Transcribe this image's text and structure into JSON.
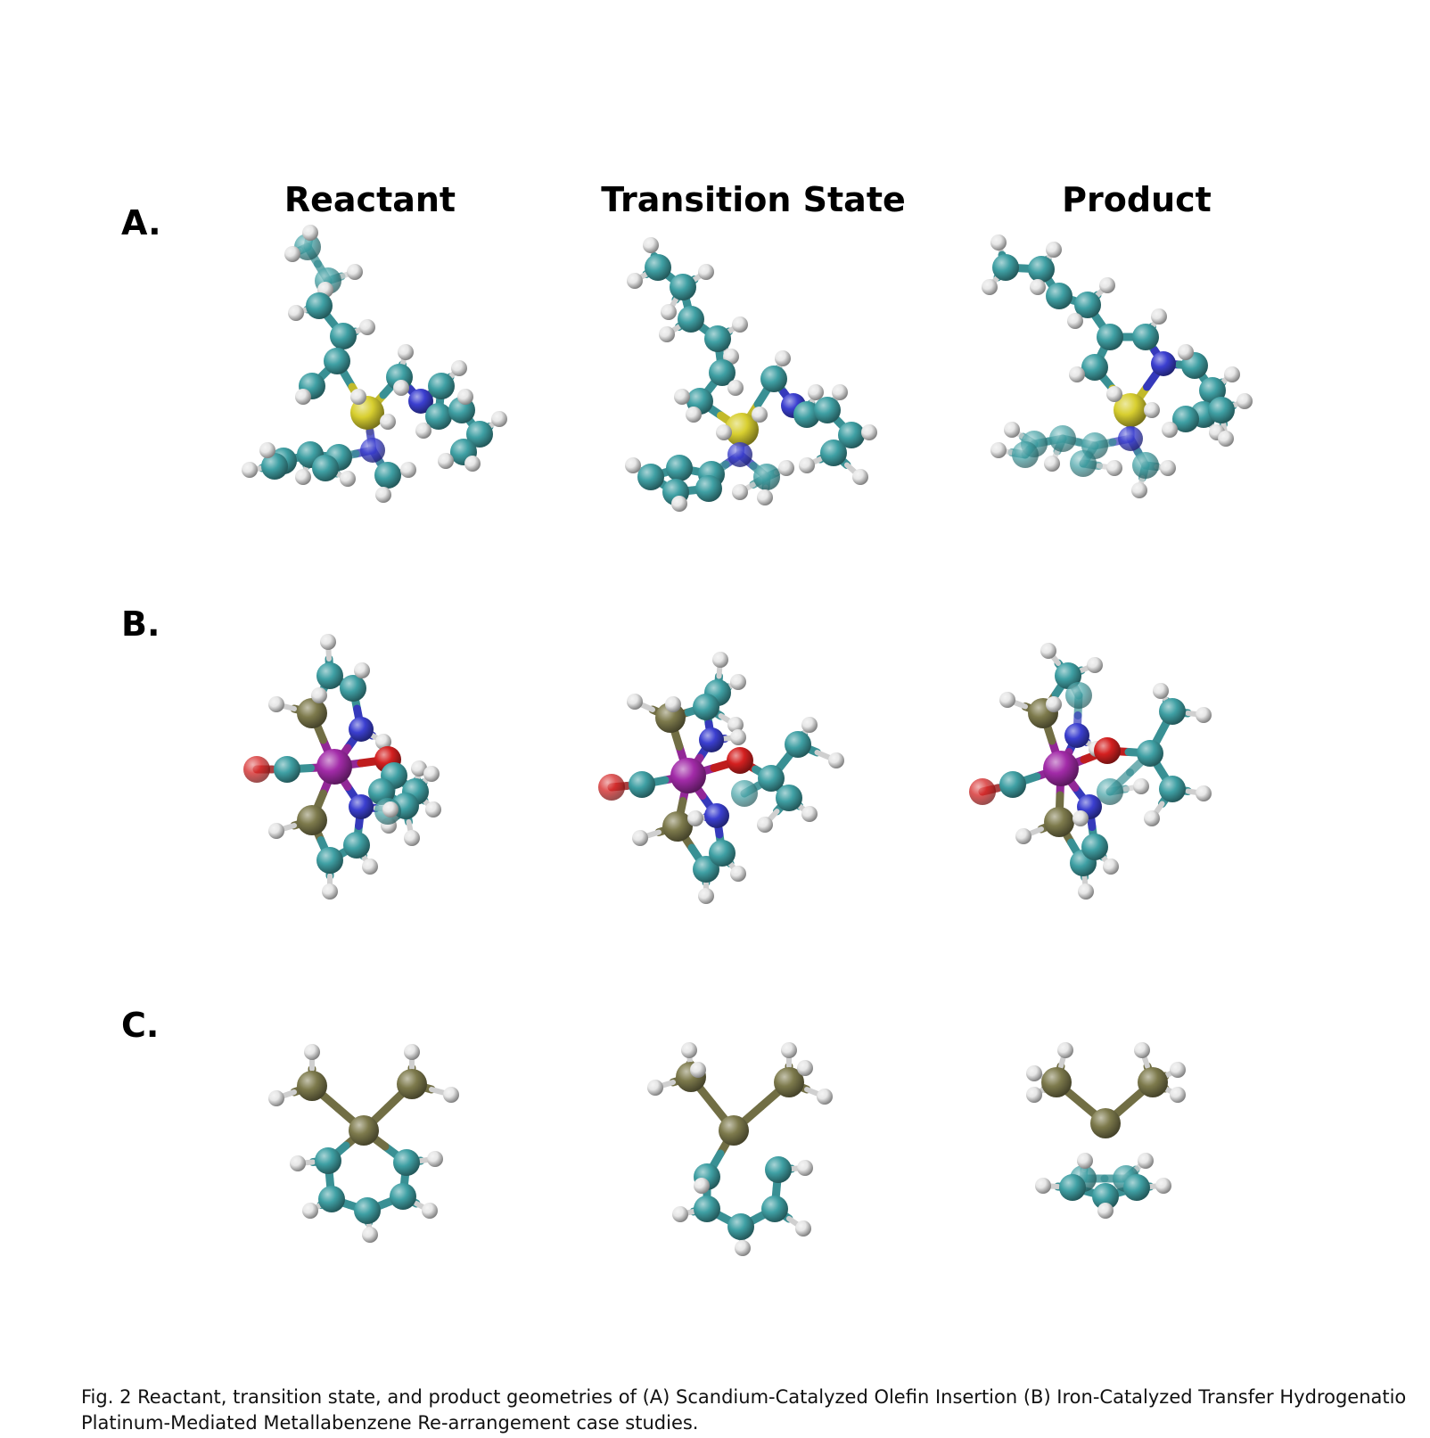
{
  "columns": [
    "Reactant",
    "Transition State",
    "Product"
  ],
  "rows": [
    "A.",
    "B.",
    "C."
  ],
  "caption": {
    "line1": "Fig.  2 Reactant, transition state, and product geometries of (A) Scandium-Catalyzed Olefin Insertion (B) Iron-Catalyzed Transfer Hydrogenatio",
    "line2": "Platinum-Mediated Metallabenzene Re-arrangement case studies."
  },
  "colors": {
    "carbon": "#3fa0a4",
    "hydrogen": "#e6e6e6",
    "nitrogen": "#3b3fd0",
    "oxygen": "#d42020",
    "scandium": "#d8cf30",
    "iron": "#a22ba8",
    "platinum": "#7d7a4c"
  }
}
